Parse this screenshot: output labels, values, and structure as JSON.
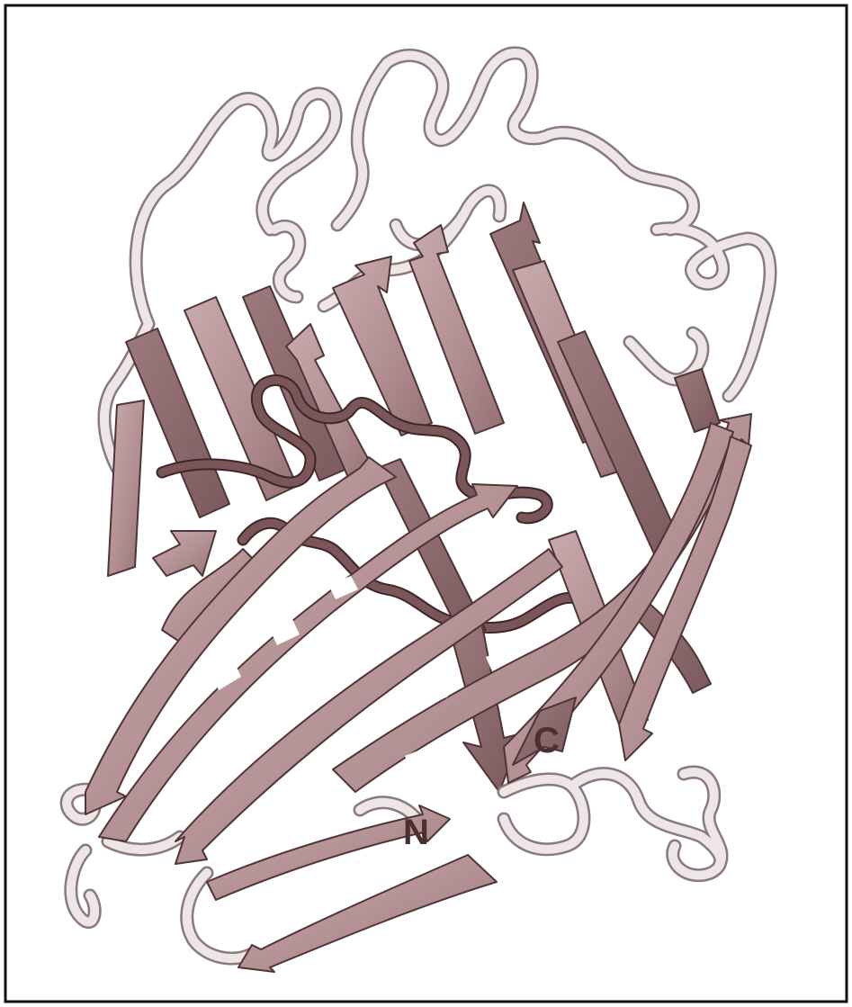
{
  "figure": {
    "subject": "protein-ribbon-structure",
    "labels": {
      "n_terminus": "N",
      "c_terminus": "C"
    }
  },
  "colors": {
    "frame": "#111111",
    "strand_fill": "#b49295",
    "strand_light": "#c7a9ab",
    "strand_dark": "#8a6568",
    "strand_edge": "#4f3537",
    "loop_fill": "#ece3e5",
    "loop_edge": "#8a7a7c",
    "inner_helix": "#6d4a4d",
    "label_text": "#4a3030"
  }
}
